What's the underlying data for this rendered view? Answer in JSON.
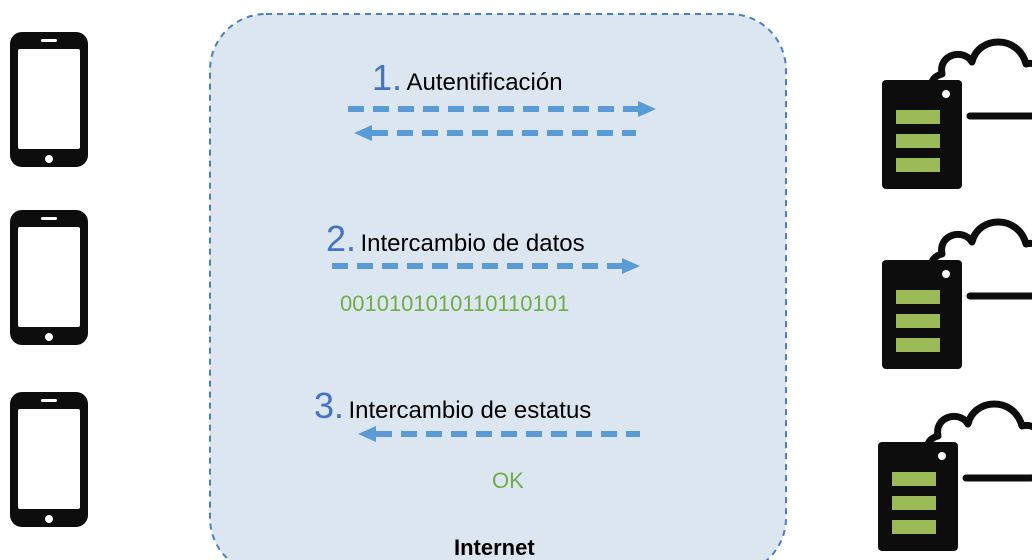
{
  "steps": [
    {
      "number": "1.",
      "label": "Autentificación"
    },
    {
      "number": "2.",
      "label": "Intercambio de datos"
    },
    {
      "number": "3.",
      "label": "Intercambio de estatus"
    }
  ],
  "data_payload": "0010101010110110101",
  "status_payload": "OK",
  "network_label": "Internet",
  "colors": {
    "zone_fill": "#dce6f1",
    "zone_border": "#4a7fbf",
    "arrow": "#5b9bd5",
    "number": "#4472c4",
    "payload": "#70ad47",
    "server_bar": "#9bbb59",
    "ink": "#0d0d0d"
  },
  "icons": {
    "client": "smartphone-icon",
    "server": "cloud-server-icon"
  }
}
